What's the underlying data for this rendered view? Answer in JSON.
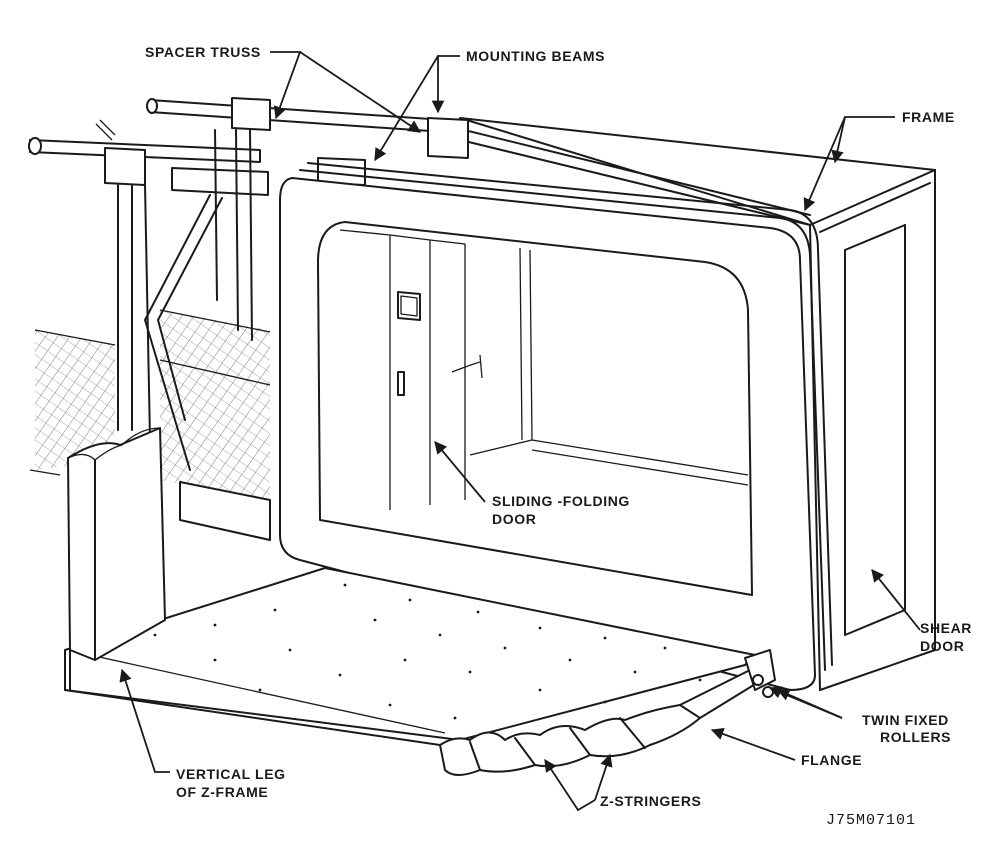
{
  "labels": {
    "spacer_truss": "SPACER TRUSS",
    "mounting_beams": "MOUNTING BEAMS",
    "frame": "FRAME",
    "sliding_folding_line1": "SLIDING -FOLDING",
    "sliding_folding_line2": "DOOR",
    "shear_door_line1": "SHEAR",
    "shear_door_line2": "DOOR",
    "twin_fixed_rollers_line1": "TWIN FIXED",
    "twin_fixed_rollers_line2": "ROLLERS",
    "flange": "FLANGE",
    "vertical_leg_line1": "VERTICAL LEG",
    "vertical_leg_line2": "OF Z-FRAME",
    "z_stringers": "Z-STRINGERS"
  },
  "drawing_number": "J75M07101",
  "colors": {
    "ink": "#1a1a1a",
    "paper": "#ffffff"
  }
}
